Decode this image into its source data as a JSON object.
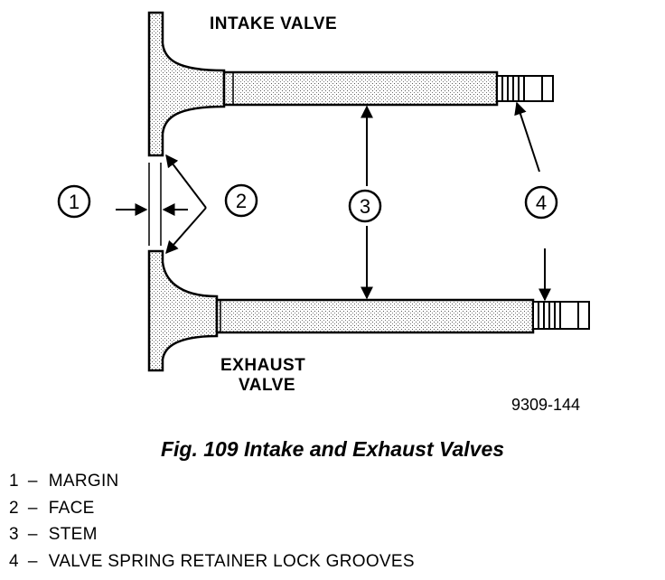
{
  "labels": {
    "intake": "INTAKE VALVE",
    "exhaust_line1": "EXHAUST",
    "exhaust_line2": "VALVE"
  },
  "callouts": [
    "1",
    "2",
    "3",
    "4"
  ],
  "figure_number": "9309-144",
  "caption": "Fig. 109 Intake and Exhaust Valves",
  "legend": [
    {
      "num": "1",
      "dash": "–",
      "text": "MARGIN"
    },
    {
      "num": "2",
      "dash": "–",
      "text": "FACE"
    },
    {
      "num": "3",
      "dash": "–",
      "text": "STEM"
    },
    {
      "num": "4",
      "dash": "–",
      "text": "VALVE SPRING RETAINER LOCK GROOVES"
    }
  ]
}
